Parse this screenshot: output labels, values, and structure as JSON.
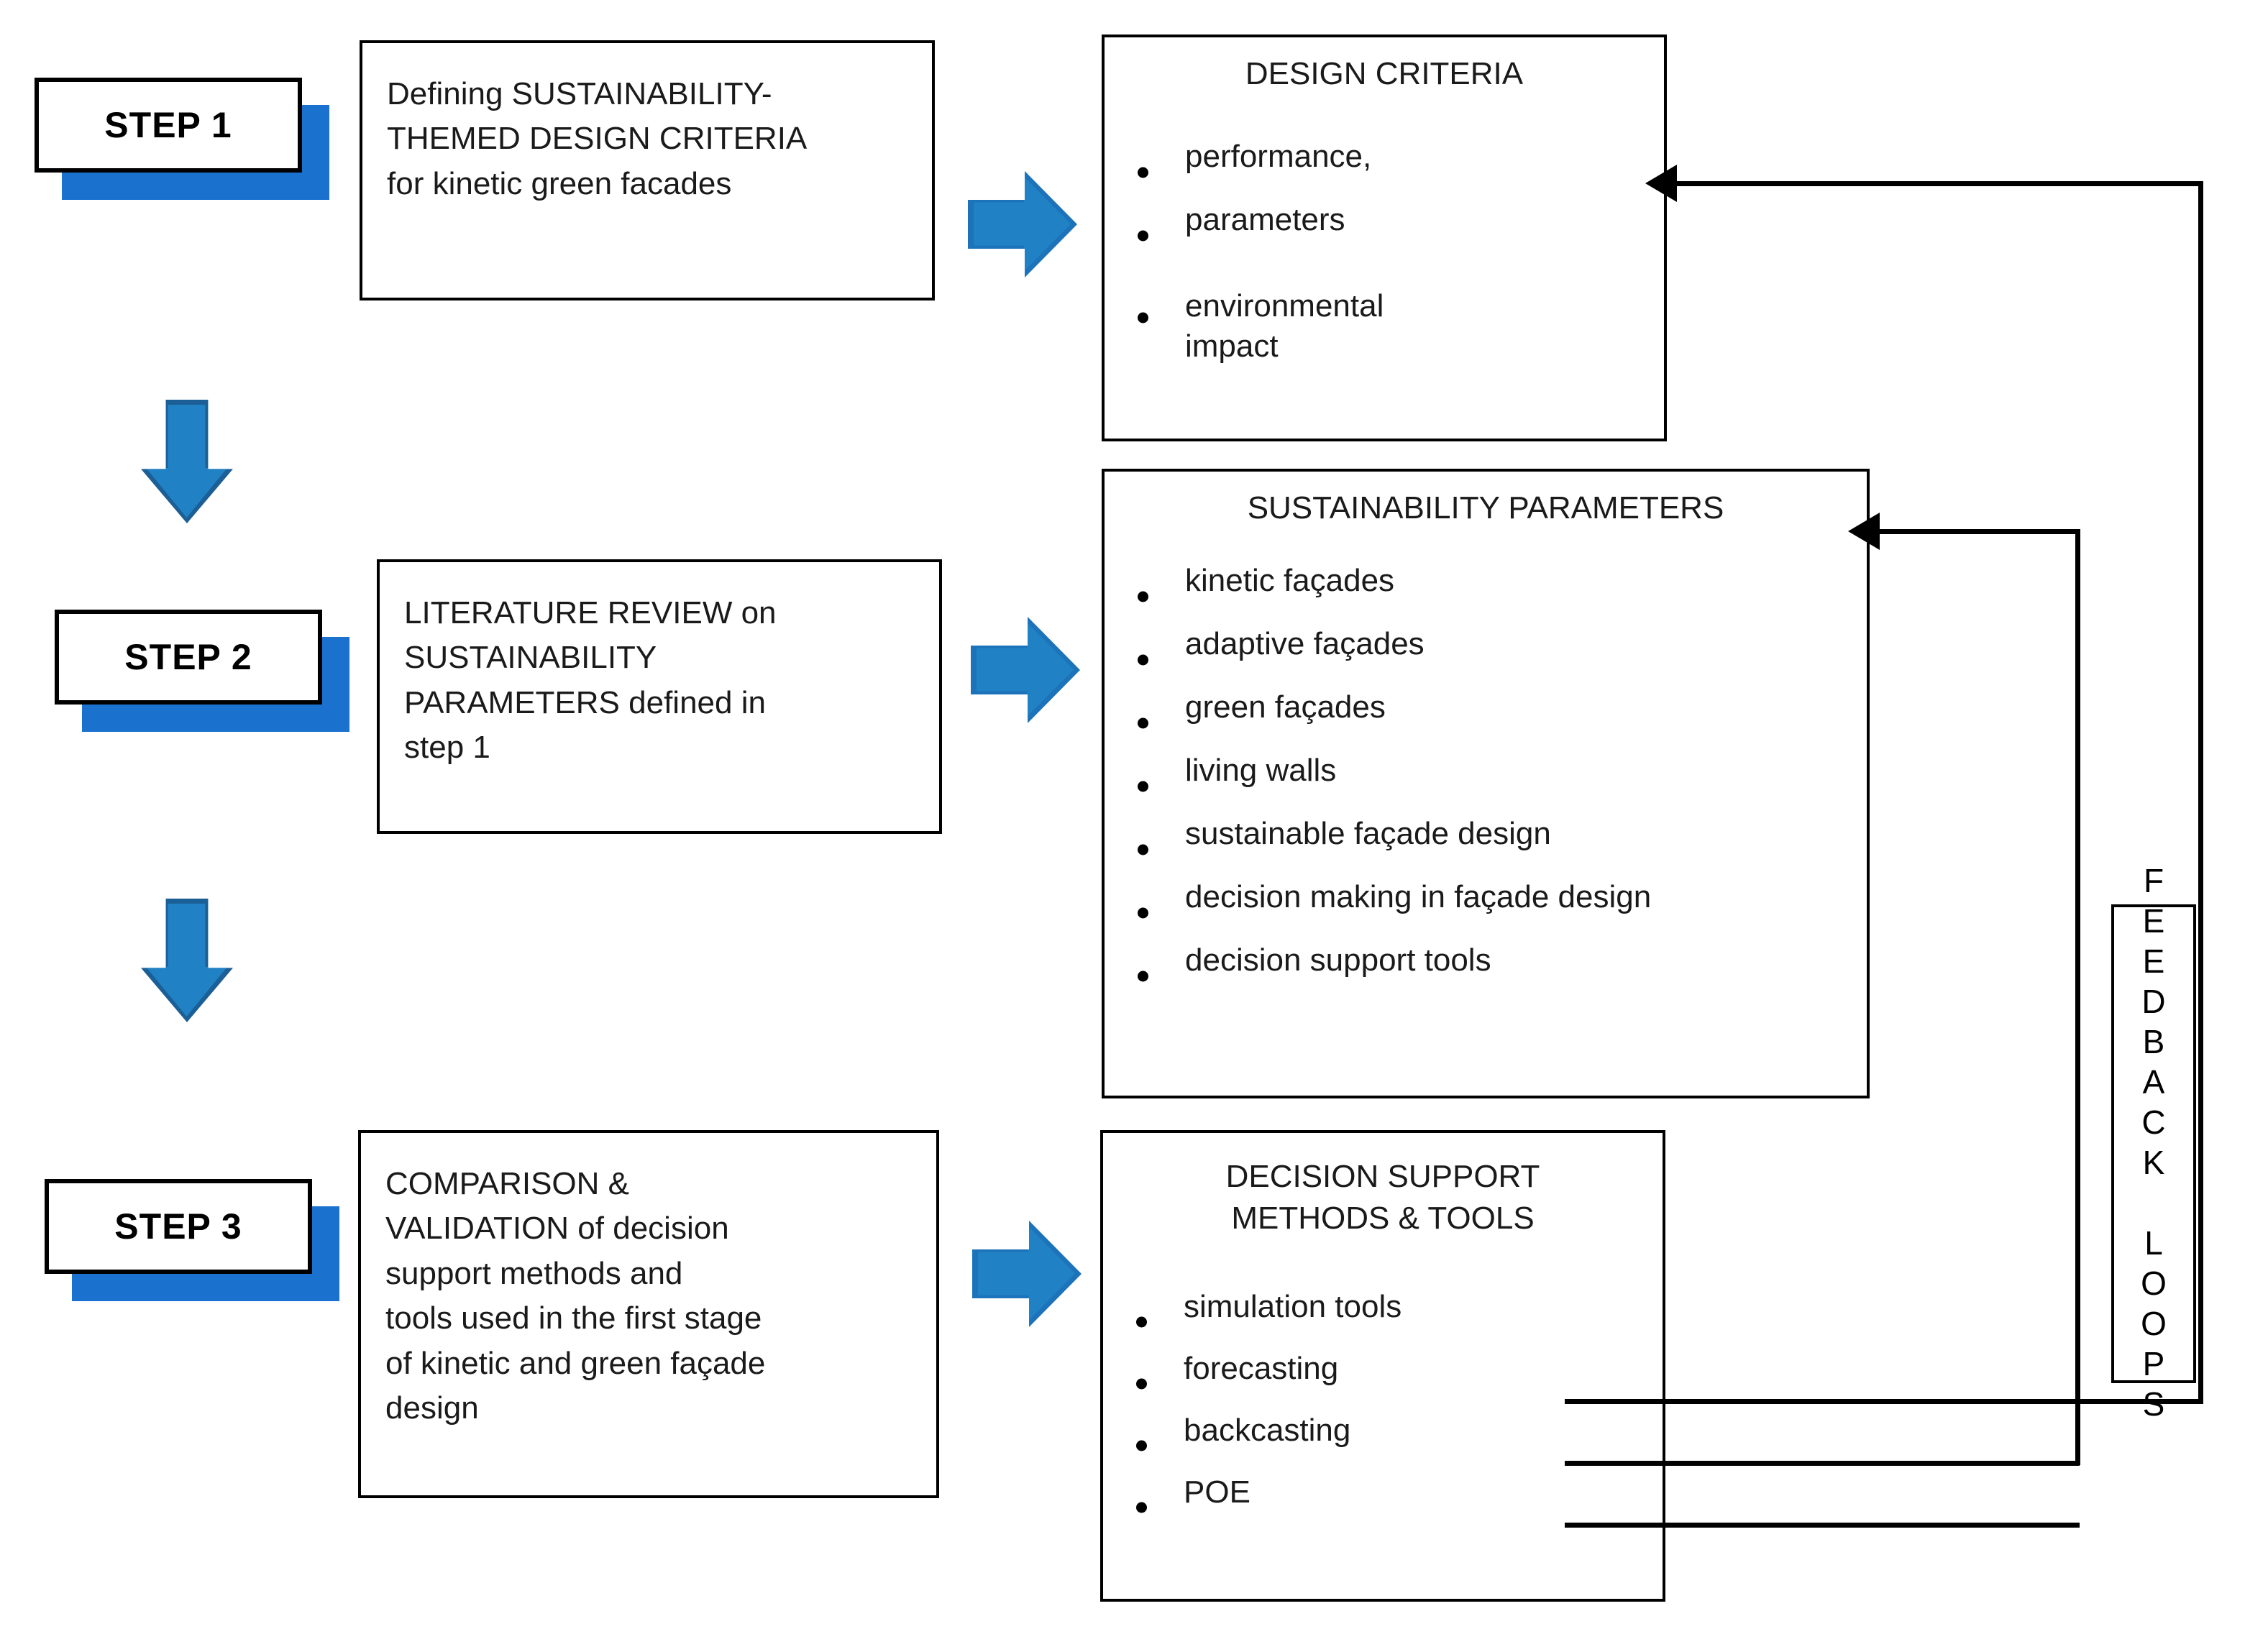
{
  "diagram": {
    "title": "Research methodology flowchart for kinetic green facades",
    "accent_blue": "#1b72ce",
    "arrow_blue": "#2081c4",
    "arrow_blue_dark": "#1c5f96",
    "line_color": "#000000"
  },
  "steps": [
    {
      "id": "step-1",
      "label": "STEP 1"
    },
    {
      "id": "step-2",
      "label": "STEP 2"
    },
    {
      "id": "step-3",
      "label": "STEP 3"
    }
  ],
  "descriptions": [
    {
      "id": "desc-1",
      "text": "Defining SUSTAINABILITY-\nTHEMED DESIGN CRITERIA\nfor kinetic green facades"
    },
    {
      "id": "desc-2",
      "text": "LITERATURE REVIEW on\nSUSTAINABILITY\nPARAMETERS defined in\nstep 1"
    },
    {
      "id": "desc-3",
      "text": "COMPARISON &\nVALIDATION of decision\nsupport methods and\ntools used in the first stage\nof kinetic and green façade\ndesign"
    }
  ],
  "outputs": [
    {
      "id": "design-criteria",
      "title": "DESIGN CRITERIA",
      "items": [
        "performance,",
        "parameters",
        "environmental\nimpact"
      ]
    },
    {
      "id": "sustainability-parameters",
      "title": "SUSTAINABILITY PARAMETERS",
      "items": [
        "kinetic façades",
        "adaptive façades",
        "green façades",
        "living walls",
        "sustainable façade design",
        "decision making in façade design",
        "decision support tools"
      ]
    },
    {
      "id": "decision-support",
      "title": "DECISION SUPPORT\nMETHODS  & TOOLS",
      "items": [
        "simulation tools",
        "forecasting",
        "backcasting",
        "POE"
      ]
    }
  ],
  "feedback": {
    "label": "FEEDBACK LOOPS"
  },
  "icons": {
    "right_arrow": "block-right-arrow-icon",
    "down_arrow": "block-down-arrow-icon",
    "bullet": "bullet-dot-icon"
  }
}
